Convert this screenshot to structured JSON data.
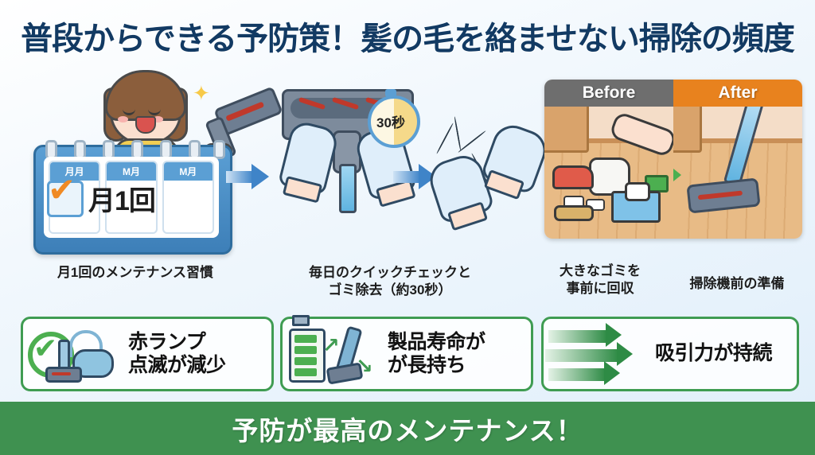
{
  "poster": {
    "title": "普段からできる予防策！髪の毛を絡ませない掃除の頻度",
    "footer_text": "予防が最高のメンテナンス！",
    "colors": {
      "title": "#123a63",
      "footer_bg": "#3f9150",
      "accent_green": "#3f9c52",
      "accent_orange": "#e8821e",
      "before_gray": "#6e6e6e",
      "arrow_blue": "#3f84c8"
    }
  },
  "steps": [
    {
      "id": "monthly-maintenance",
      "caption": "月1回のメンテナンス習慣",
      "calendar": {
        "headers": [
          "月月",
          "M月",
          "M月"
        ],
        "badge": "月1回"
      }
    },
    {
      "id": "daily-quick-check",
      "caption_line1": "毎日のクイックチェックと",
      "caption_line2": "ゴミ除去（約30秒）",
      "timer_label": "30秒"
    },
    {
      "id": "pre-collect-trash",
      "caption_line1": "大きなゴミを",
      "caption_line2": "事前に回収"
    },
    {
      "id": "prep-before-vacuum",
      "caption": "掃除機前の準備"
    }
  ],
  "before_after": {
    "before_label": "Before",
    "after_label": "After"
  },
  "benefits": [
    {
      "id": "red-lamp",
      "line1": "赤ランプ",
      "line2": "点滅が減少"
    },
    {
      "id": "product-life",
      "line1": "製品寿命が",
      "line2": "が長持ち"
    },
    {
      "id": "suction-power",
      "line1": "吸引力が持続",
      "line2": ""
    }
  ]
}
